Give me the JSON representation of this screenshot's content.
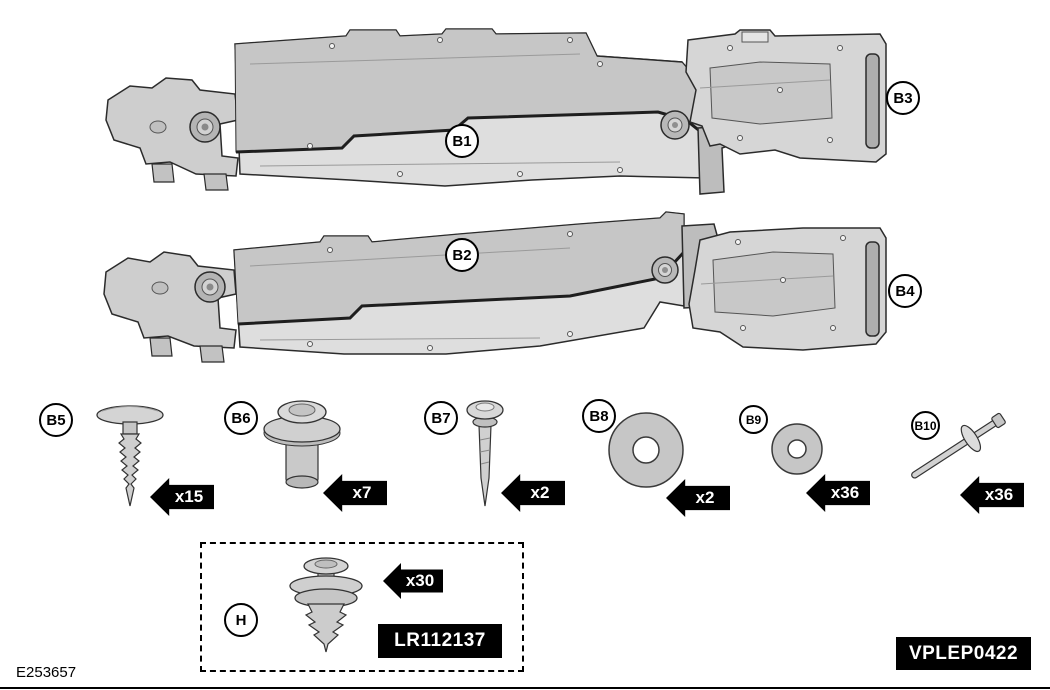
{
  "figure": {
    "ref_code": "E253657",
    "drawing_code": "VPLEP0422"
  },
  "panels": [
    {
      "id": "B1"
    },
    {
      "id": "B2"
    },
    {
      "id": "B3"
    },
    {
      "id": "B4"
    }
  ],
  "fasteners": [
    {
      "id": "B5",
      "qty": "x15"
    },
    {
      "id": "B6",
      "qty": "x7"
    },
    {
      "id": "B7",
      "qty": "x2"
    },
    {
      "id": "B8",
      "qty": "x2"
    },
    {
      "id": "B9",
      "qty": "x36"
    },
    {
      "id": "B10",
      "qty": "x36"
    }
  ],
  "boxed_item": {
    "id": "H",
    "qty": "x30",
    "part_number": "LR112137"
  },
  "colors": {
    "panel_fill": "#dedede",
    "panel_shade": "#c6c6c6",
    "badge_bg": "#000000"
  }
}
